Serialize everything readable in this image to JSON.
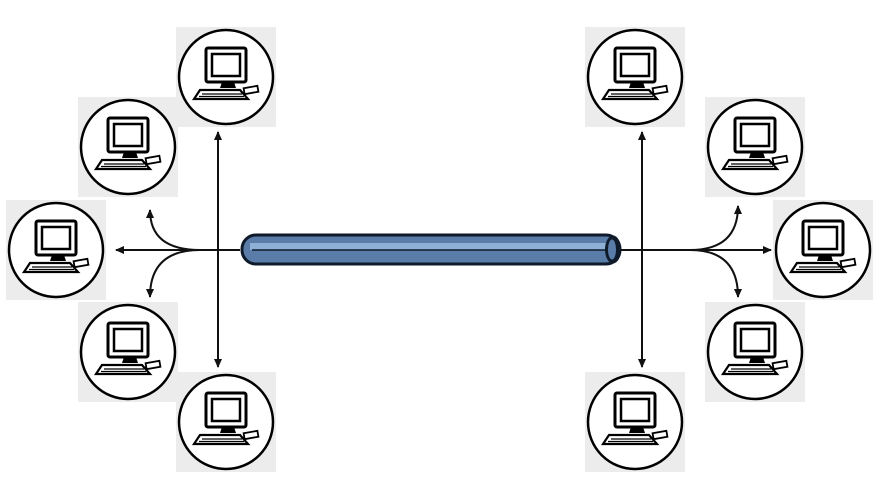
{
  "colors": {
    "cable_fill": "#5a7ca8",
    "cable_highlight": "#8fb0d6",
    "cable_outline": "#0f1a2a",
    "line": "#111111",
    "node_circle": "#000000",
    "node_background": "#ececec",
    "computer_body": "#ffffff",
    "computer_stroke": "#000000"
  },
  "diagram": {
    "type": "network-bus-topology",
    "backbone": "coaxial-cable",
    "nodes": [
      {
        "group": "left",
        "icon": "computer-icon"
      },
      {
        "group": "left",
        "icon": "computer-icon"
      },
      {
        "group": "left",
        "icon": "computer-icon"
      },
      {
        "group": "left",
        "icon": "computer-icon"
      },
      {
        "group": "left",
        "icon": "computer-icon"
      },
      {
        "group": "right",
        "icon": "computer-icon"
      },
      {
        "group": "right",
        "icon": "computer-icon"
      },
      {
        "group": "right",
        "icon": "computer-icon"
      },
      {
        "group": "right",
        "icon": "computer-icon"
      },
      {
        "group": "right",
        "icon": "computer-icon"
      }
    ]
  }
}
